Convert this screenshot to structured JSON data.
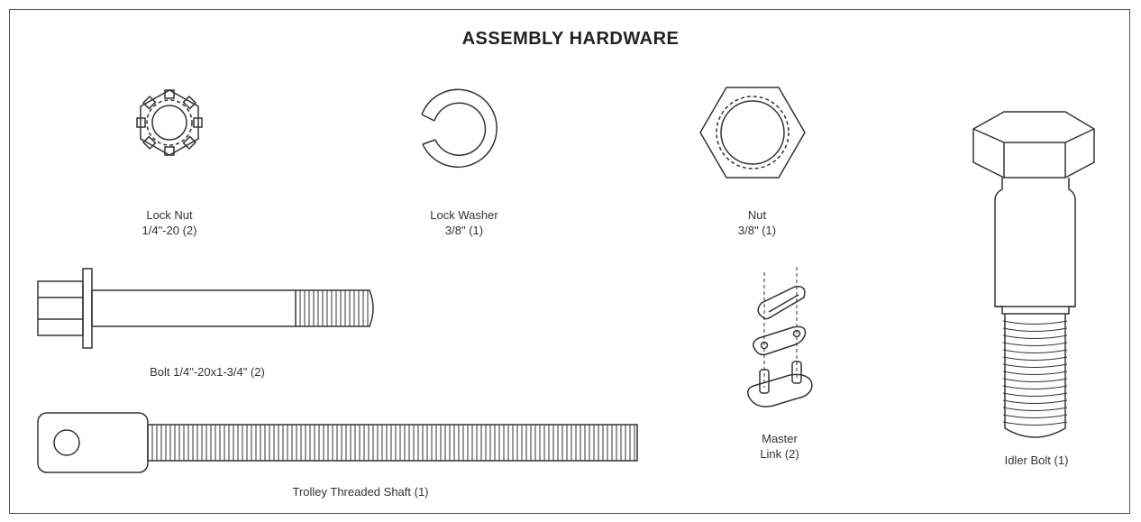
{
  "title": "ASSEMBLY HARDWARE",
  "parts": {
    "lock_nut": {
      "name": "Lock Nut",
      "spec": "1/4\"-20 (2)"
    },
    "lock_washer": {
      "name": "Lock Washer",
      "spec": "3/8\" (1)"
    },
    "nut": {
      "name": "Nut",
      "spec": "3/8\" (1)"
    },
    "bolt": {
      "label": "Bolt 1/4\"-20x1-3/4\" (2)"
    },
    "master_link": {
      "line1": "Master",
      "line2": "Link (2)"
    },
    "idler_bolt": {
      "label": "Idler Bolt (1)"
    },
    "trolley_shaft": {
      "label": "Trolley Threaded Shaft (1)"
    }
  }
}
